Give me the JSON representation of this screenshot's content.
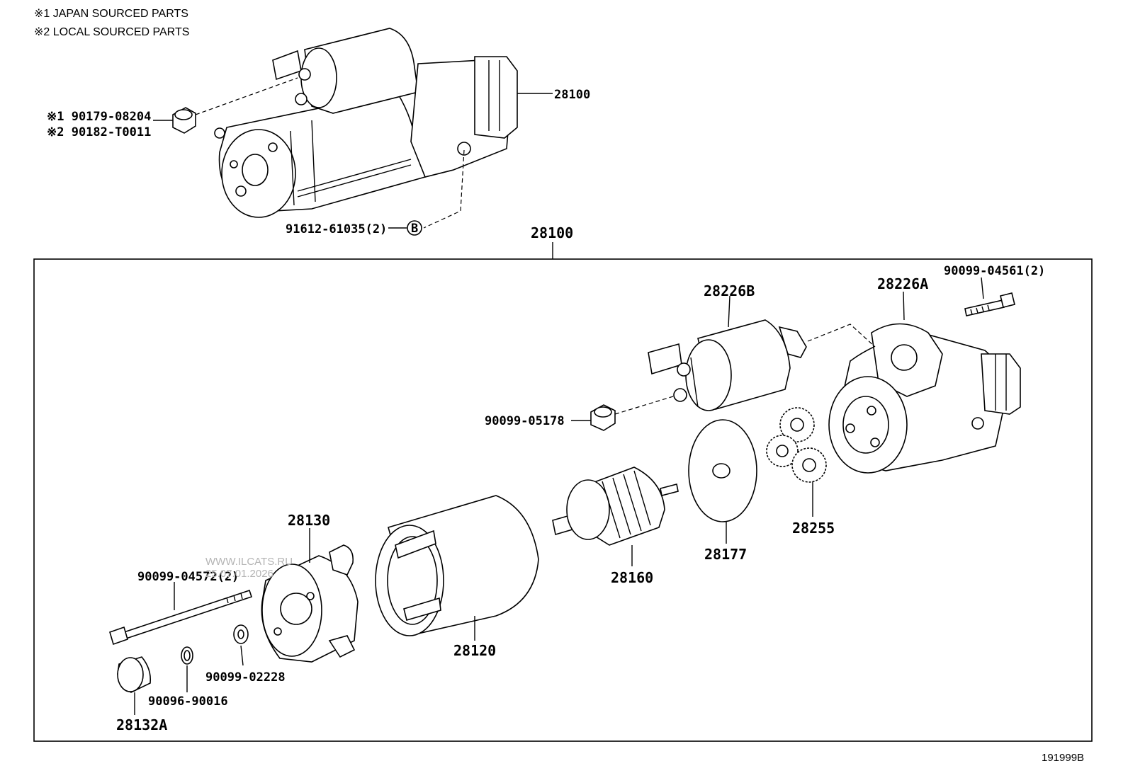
{
  "notes": [
    "※1 JAPAN SOURCED PARTS",
    "※2 LOCAL SOURCED PARTS"
  ],
  "labels": {
    "top_nut_1": "※1 90179-08204",
    "top_nut_2": "※2 90182-T0011",
    "top_starter": "28100",
    "top_bolt": "91612-61035(2)",
    "ref_b": "B",
    "box_title": "28100",
    "bolt_right": "90099-04561(2)",
    "housing_a": "28226A",
    "solenoid_b": "28226B",
    "nut_05178": "90099-05178",
    "gears": "28255",
    "disc": "28177",
    "armature": "28160",
    "yoke": "28120",
    "end_frame": "28130",
    "through_bolt": "90099-04572(2)",
    "washer": "90099-02228",
    "ring": "90096-90016",
    "cap": "28132A"
  },
  "watermark": [
    "WWW.ILCATS.RU",
    "25.07.01.2026"
  ],
  "figure_code": "191999B"
}
